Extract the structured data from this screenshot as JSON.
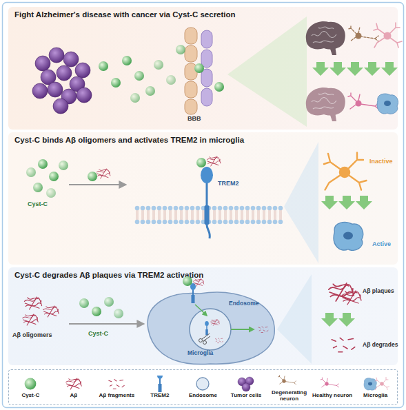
{
  "diagram": {
    "nodes": [
      {
        "text": [
          "Fight Alzheimer's disease with cancer via Cyst-C secretion"
        ]
      },
      {
        "text": [
          "Cyst-C binds Aβ oligomers and activates TREM2 in microglia"
        ]
      },
      {
        "text": [
          "Cyst-C degrades Aβ plaques via TREM2 activation"
        ]
      }
    ],
    "labels": [
      "BBB",
      "Cyst-C",
      "TREM2",
      "Inactive",
      "Active",
      "Aβ oligomers",
      "Cyst-C",
      "Endosome",
      "Microglia",
      "Aβ plaques",
      "Aβ degrades"
    ],
    "legend": [
      {
        "text": "Cyst-C"
      },
      {
        "text": "Aβ"
      },
      {
        "text": "Aβ fragments"
      },
      {
        "text": "TREM2"
      },
      {
        "text": "Endosome"
      },
      {
        "text": "Tumor cells"
      },
      {
        "text": "Degenerating neuron"
      },
      {
        "text": "Healthy neuron"
      },
      {
        "text": "Microglia"
      }
    ]
  }
}
